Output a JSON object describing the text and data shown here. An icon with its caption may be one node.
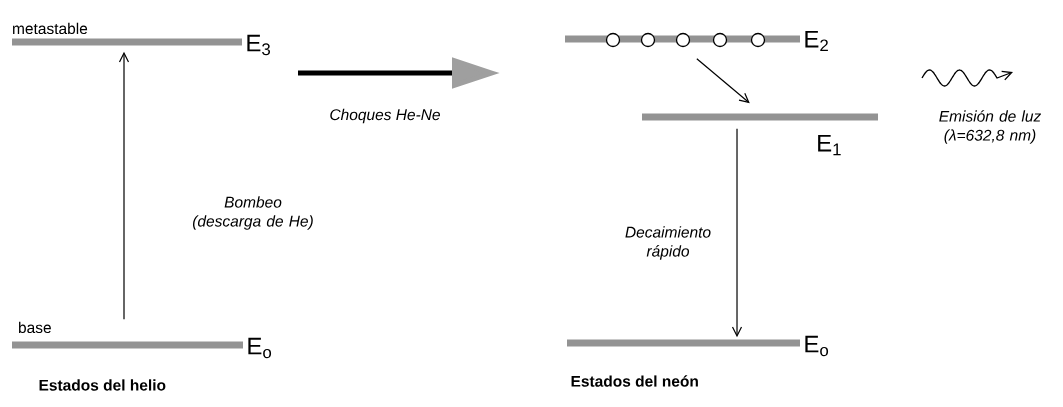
{
  "diagram": {
    "nodes": [
      {
        "text": [
          "metastable",
          "E$_{3}$"
        ]
      },
      {
        "text": [
          "base",
          "E$_{o}$"
        ]
      },
      {
        "text": [
          "E$_{2}$"
        ]
      },
      {
        "text": [
          "E$_{1}$"
        ]
      },
      {
        "text": [
          "E$_{o}$"
        ]
      }
    ],
    "edges": [
      {
        "from": 1,
        "to": 0,
        "arrow": "to",
        "label": "Bombeo (descarga de He)"
      },
      {
        "from": 2,
        "to": 3,
        "arrow": "to"
      },
      {
        "from": 3,
        "to": 4,
        "arrow": "to",
        "label": "Decaimiento rápido"
      }
    ],
    "labels": [
      "Choques He-Ne",
      "Emisión de luz (λ=632,8 nm)",
      "Estados del helio",
      "Estados del neón"
    ]
  }
}
